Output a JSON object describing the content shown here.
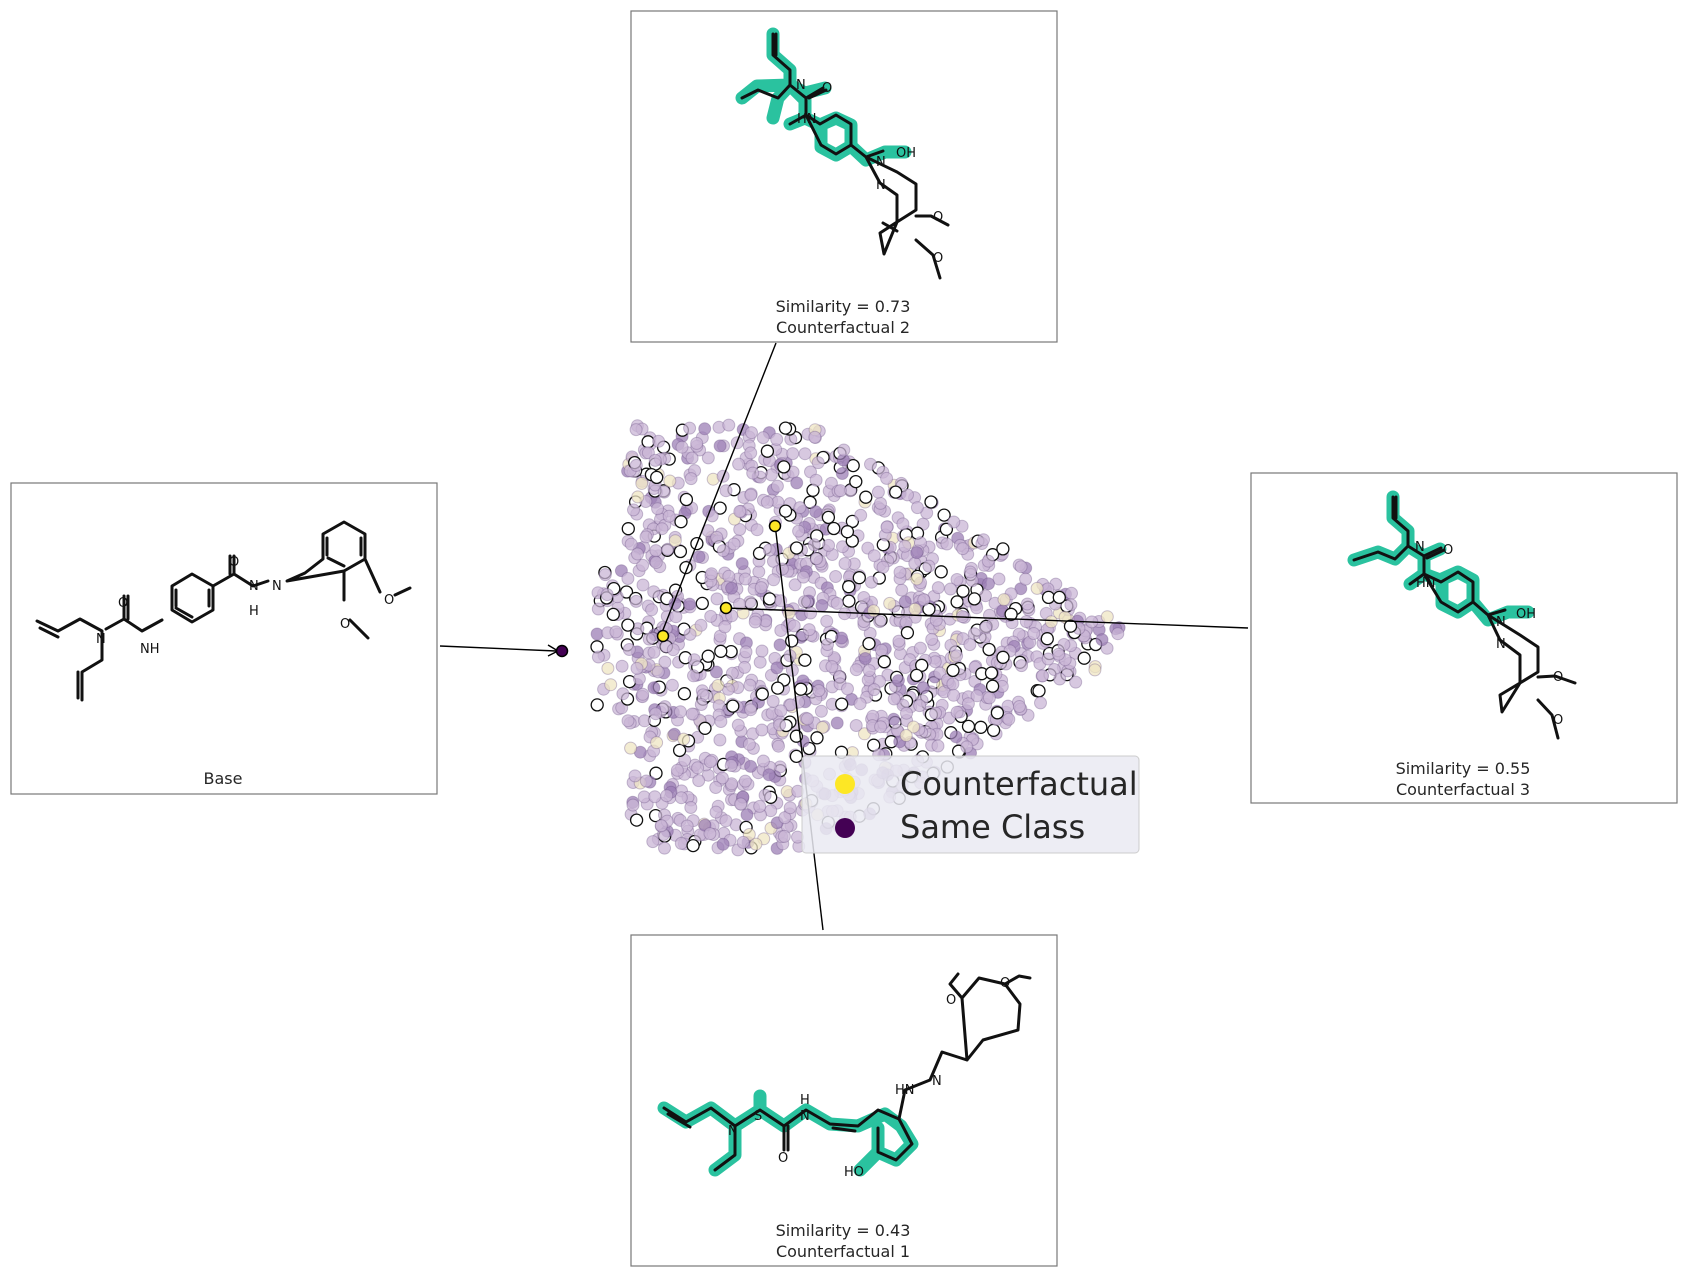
{
  "chart_data": {
    "type": "scatter",
    "title": "",
    "xlabel": "",
    "ylabel": "",
    "grid": false,
    "legend_placement": "bottom-right",
    "colors": {
      "counterfactual": "#fde725",
      "same_class": "#440154",
      "highlight": "#1fbf9a",
      "cloud_light": "#c9b6d6",
      "cloud_mid": "#9c7fb5",
      "cloud_pale": "#efe6c3"
    },
    "legend": [
      {
        "label": "Counterfactual",
        "color": "#fde725"
      },
      {
        "label": "Same Class",
        "color": "#440154"
      }
    ],
    "base": {
      "label": "Base"
    },
    "counterfactuals": [
      {
        "label": "Counterfactual 1",
        "similarity_text": "Similarity = 0.43",
        "similarity": 0.43
      },
      {
        "label": "Counterfactual 2",
        "similarity_text": "Similarity = 0.73",
        "similarity": 0.73
      },
      {
        "label": "Counterfactual 3",
        "similarity_text": "Similarity = 0.55",
        "similarity": 0.55
      }
    ],
    "point_count_estimate": 1400
  }
}
